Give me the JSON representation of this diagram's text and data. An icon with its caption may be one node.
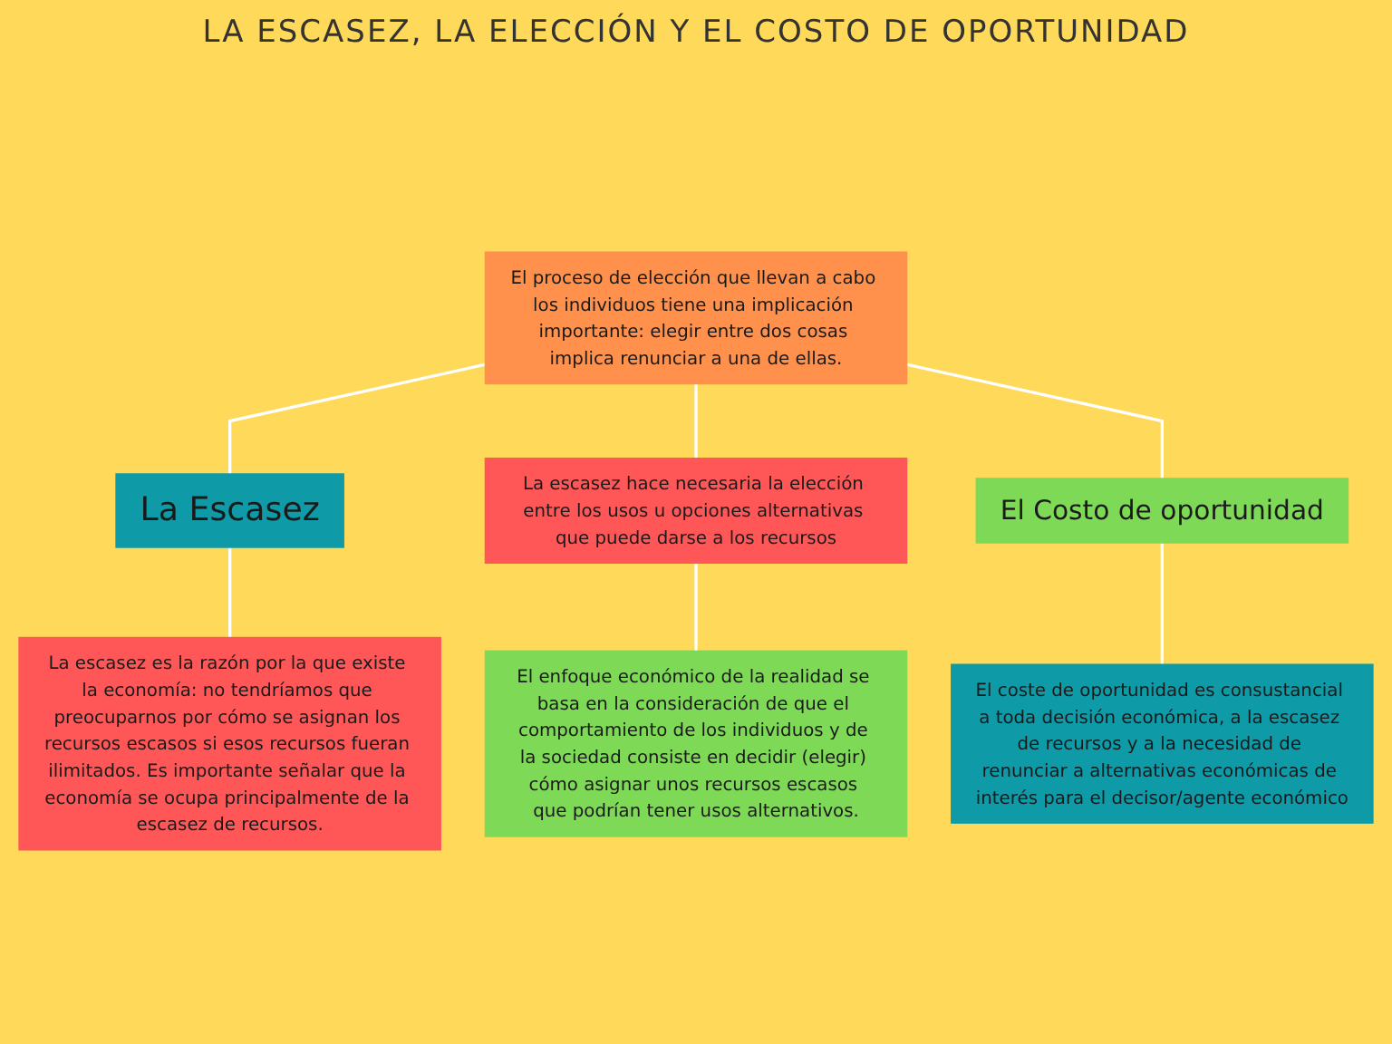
{
  "diagram": {
    "title": "LA ESCASEZ, LA ELECCIÓN Y EL COSTO DE OPORTUNIDAD",
    "nodes": [
      {
        "text": [
          "El proceso de elección que llevan a cabo los individuos tiene una implicación importante: elegir entre dos cosas implica renunciar a una de ellas."
        ]
      },
      {
        "text": [
          "La Escasez"
        ]
      },
      {
        "text": [
          "El Costo de oportunidad"
        ]
      },
      {
        "text": [
          "La escasez hace necesaria la elección entre los usos u opciones alternativas que puede darse a los recursos"
        ]
      },
      {
        "text": [
          "La escasez es la razón por la que existe la economía: no tendríamos que preocuparnos por cómo se asignan los recursos escasos si esos recursos fueran ilimitados. Es importante señalar que la economía se ocupa principalmente de la escasez de recursos."
        ]
      },
      {
        "text": [
          "El coste de oportunidad es consustancial a toda decisión económica, a la escasez de recursos y a la necesidad de renunciar a alternativas económicas de interés para el decisor/agente económico"
        ]
      },
      {
        "text": [
          "El enfoque económico de la realidad se basa en la consideración de que el comportamiento de los individuos y de la sociedad consiste en decidir (elegir) cómo asignar unos recursos escasos que podrían tener usos alternativos."
        ]
      }
    ],
    "edges": [
      {
        "from": 0,
        "to": 1,
        "arrow": "none"
      },
      {
        "from": 0,
        "to": 3,
        "arrow": "none"
      },
      {
        "from": 0,
        "to": 2,
        "arrow": "none"
      },
      {
        "from": 1,
        "to": 4,
        "arrow": "none"
      },
      {
        "from": 3,
        "to": 6,
        "arrow": "none"
      },
      {
        "from": 2,
        "to": 5,
        "arrow": "none"
      }
    ]
  }
}
